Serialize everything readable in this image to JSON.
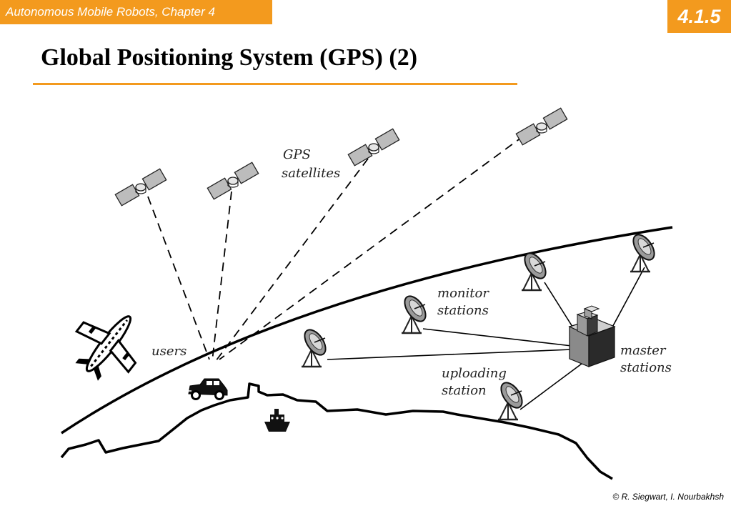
{
  "header": {
    "course": "Autonomous Mobile Robots, Chapter 4",
    "section": "4.1.5"
  },
  "title": "Global Positioning System (GPS) (2)",
  "colors": {
    "accent": "#f39a1e"
  },
  "diagram": {
    "labels": {
      "gps_line1": "GPS",
      "gps_line2": "satellites",
      "users": "users",
      "monitor_line1": "monitor",
      "monitor_line2": "stations",
      "uploading_line1": "uploading",
      "uploading_line2": "station",
      "master_line1": "master",
      "master_line2": "stations"
    },
    "icons": [
      "satellite-icon",
      "airplane-icon",
      "car-icon",
      "ship-icon",
      "satellite-dish-icon",
      "building-icon"
    ]
  },
  "footer": {
    "credit": "© R. Siegwart, I. Nourbakhsh"
  }
}
